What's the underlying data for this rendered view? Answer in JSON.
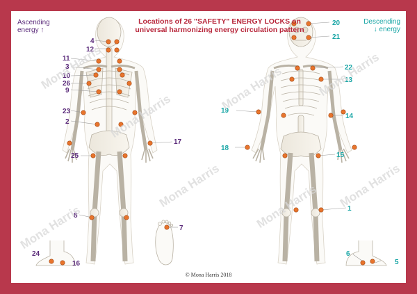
{
  "title_line1": "Locations of 26 \"SAFETY\" ENERGY LOCKS on",
  "title_line2": "universal harmonizing energy circulation pattern",
  "ascending_line1": "Ascending",
  "ascending_line2": "energy",
  "ascending_arrow": "↑",
  "descending_line1": "Descending",
  "descending_line2": "energy",
  "descending_arrow": "↓",
  "copyright": "© Mona Harris 2018",
  "watermark": "Mona Harris",
  "colors": {
    "frame": "#b8384c",
    "ascending": "#5a2a7a",
    "descending": "#1aa6a6",
    "point": "#e8742c",
    "title": "#b8283c"
  },
  "locks_ascending": [
    {
      "label": "4"
    },
    {
      "label": "12"
    },
    {
      "label": "11"
    },
    {
      "label": "3"
    },
    {
      "label": "10"
    },
    {
      "label": "26"
    },
    {
      "label": "9"
    },
    {
      "label": "23"
    },
    {
      "label": "2"
    },
    {
      "label": "25"
    },
    {
      "label": "17"
    },
    {
      "label": "8"
    },
    {
      "label": "7"
    },
    {
      "label": "24"
    },
    {
      "label": "16"
    }
  ],
  "locks_descending": [
    {
      "label": "20"
    },
    {
      "label": "21"
    },
    {
      "label": "22"
    },
    {
      "label": "13"
    },
    {
      "label": "19"
    },
    {
      "label": "14"
    },
    {
      "label": "18"
    },
    {
      "label": "15"
    },
    {
      "label": "1"
    },
    {
      "label": "6"
    },
    {
      "label": "5"
    }
  ]
}
